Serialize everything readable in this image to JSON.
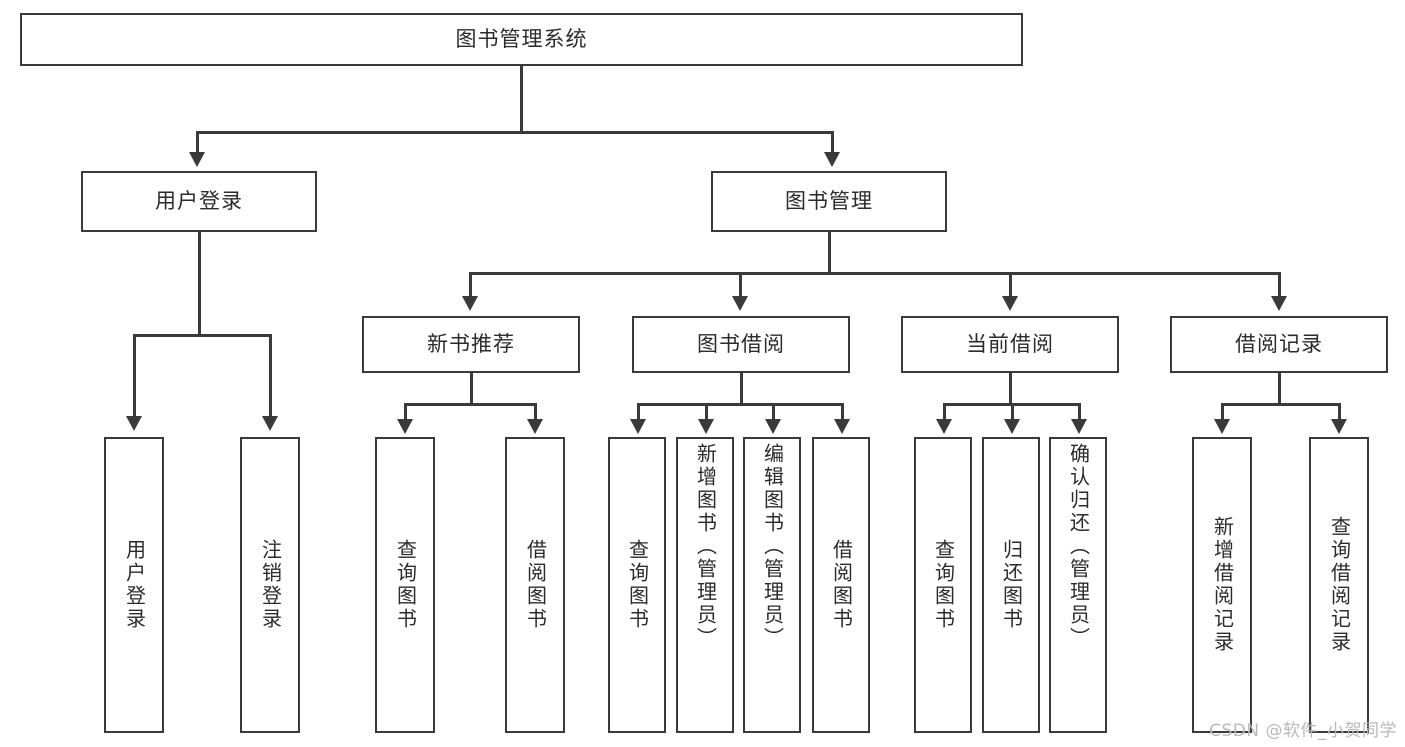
{
  "diagram": {
    "type": "tree-hierarchy",
    "title": "图书管理系统",
    "root": {
      "label": "图书管理系统"
    },
    "level2": [
      {
        "label": "用户登录"
      },
      {
        "label": "图书管理"
      }
    ],
    "level3": [
      {
        "label": "新书推荐"
      },
      {
        "label": "图书借阅"
      },
      {
        "label": "当前借阅"
      },
      {
        "label": "借阅记录"
      }
    ],
    "leaves": {
      "user_login": [
        {
          "label": "用户登录"
        },
        {
          "label": "注销登录"
        }
      ],
      "new_book_recommend": [
        {
          "label": "查询图书"
        },
        {
          "label": "借阅图书"
        }
      ],
      "book_borrow": [
        {
          "label": "查询图书"
        },
        {
          "label": "新增图书（管理员）"
        },
        {
          "label": "编辑图书（管理员）"
        },
        {
          "label": "借阅图书"
        }
      ],
      "current_borrow": [
        {
          "label": "查询图书"
        },
        {
          "label": "归还图书"
        },
        {
          "label": "确认归还（管理员）"
        }
      ],
      "borrow_records": [
        {
          "label": "新增借阅记录"
        },
        {
          "label": "查询借阅记录"
        }
      ]
    }
  },
  "watermark": {
    "text": "CSDN @软件_小贺同学"
  },
  "colors": {
    "stroke": "#3a3a3a",
    "text": "#2b2b2b",
    "background": "#ffffff",
    "watermark": "#b9b9b9"
  }
}
